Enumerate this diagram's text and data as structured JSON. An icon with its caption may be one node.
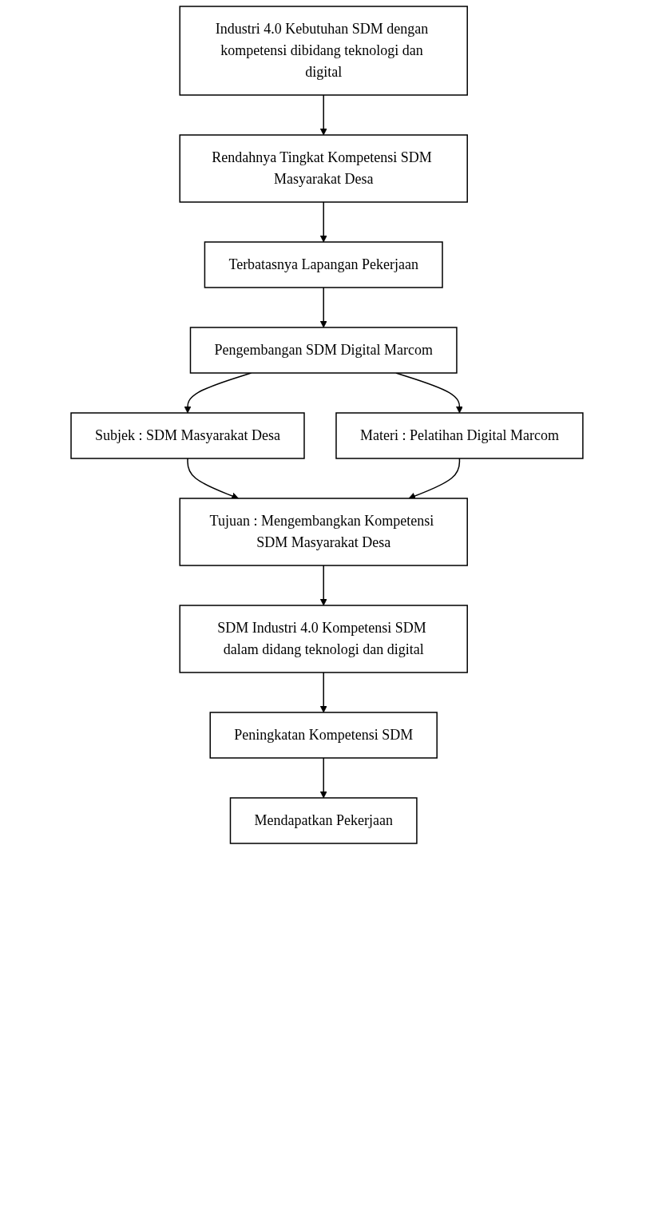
{
  "diagram": {
    "nodes": [
      {
        "text": [
          "Industri 4.0 Kebutuhan SDM dengan kompetensi dibidang teknologi dan digital"
        ]
      },
      {
        "text": [
          "Rendahnya Tingkat Kompetensi SDM Masyarakat Desa"
        ]
      },
      {
        "text": [
          "Terbatasnya Lapangan Pekerjaan"
        ]
      },
      {
        "text": [
          "Pengembangan SDM Digital Marcom"
        ]
      },
      {
        "text": [
          "Subjek : SDM Masyarakat Desa"
        ]
      },
      {
        "text": [
          "Materi : Pelatihan Digital Marcom"
        ]
      },
      {
        "text": [
          "Tujuan : Mengembangkan Kompetensi SDM Masyarakat Desa"
        ]
      },
      {
        "text": [
          "SDM Industri 4.0 Kompetensi SDM dalam didang teknologi dan digital"
        ]
      },
      {
        "text": [
          "Peningkatan Kompetensi SDM"
        ]
      },
      {
        "text": [
          "Mendapatkan Pekerjaan"
        ]
      }
    ],
    "edges": [
      {
        "from": 0,
        "to": 1,
        "arrow": "to"
      },
      {
        "from": 1,
        "to": 2,
        "arrow": "to"
      },
      {
        "from": 2,
        "to": 3,
        "arrow": "to"
      },
      {
        "from": 3,
        "to": 4,
        "arrow": "to"
      },
      {
        "from": 3,
        "to": 5,
        "arrow": "to"
      },
      {
        "from": 4,
        "to": 6,
        "arrow": "to"
      },
      {
        "from": 5,
        "to": 6,
        "arrow": "to"
      },
      {
        "from": 6,
        "to": 7,
        "arrow": "to"
      },
      {
        "from": 7,
        "to": 8,
        "arrow": "to"
      },
      {
        "from": 8,
        "to": 9,
        "arrow": "to"
      }
    ]
  }
}
